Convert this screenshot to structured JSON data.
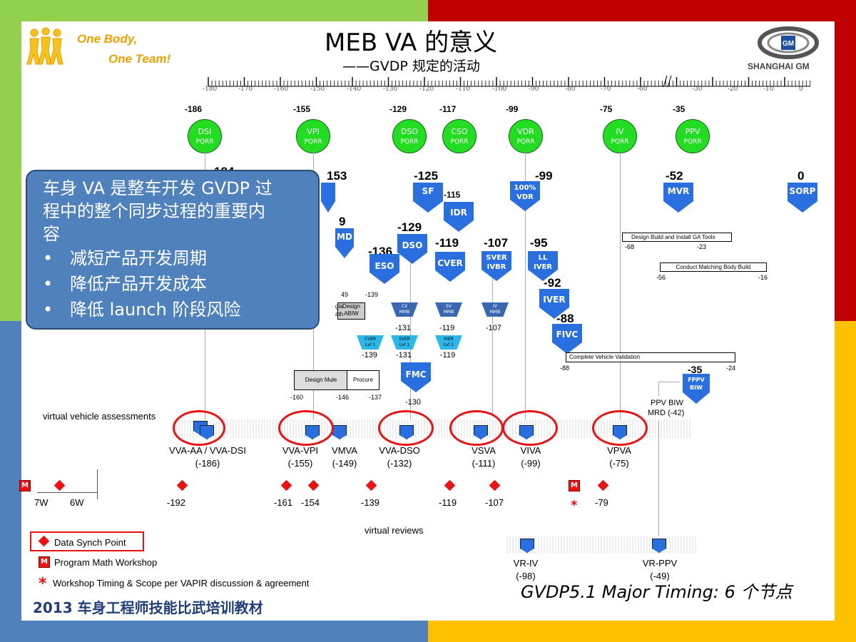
{
  "header": {
    "title": "MEB VA  的意义",
    "subtitle": "——GVDP 规定的活动",
    "logo_text_1": "One Body,",
    "logo_text_2": "One Team!",
    "gm_brand": "SHANGHAI GM",
    "gm_badge": "GM"
  },
  "ruler": [
    "-180",
    "-170",
    "-160",
    "-150",
    "-140",
    "-130",
    "-120",
    "-110",
    "-100",
    "-90",
    "-80",
    "-70",
    "-60",
    "-30",
    "-20",
    "-10",
    "0"
  ],
  "gates": [
    {
      "num": "-186",
      "l1": "DSI",
      "l2": "PQRR"
    },
    {
      "num": "-155",
      "l1": "VPI",
      "l2": "PQRR"
    },
    {
      "num": "-129",
      "l1": "DSO",
      "l2": "PQRR"
    },
    {
      "num": "-117",
      "l1": "CSO",
      "l2": "PQRR"
    },
    {
      "num": "-99",
      "l1": "VDR",
      "l2": "PQRR"
    },
    {
      "num": "-75",
      "l1": "IV",
      "l2": "PQRR"
    },
    {
      "num": "-35",
      "l1": "PPV",
      "l2": "PQRR"
    }
  ],
  "milestones": {
    "sf": {
      "num": "-125",
      "label": "SF"
    },
    "idr": {
      "num": "-115",
      "label": "IDR"
    },
    "vdr": {
      "num": "-99",
      "label1": "100%",
      "label2": "VDR"
    },
    "mvr": {
      "num": "-52",
      "label": "MVR"
    },
    "sorp": {
      "num": "0",
      "label": "SORP"
    },
    "dso": {
      "num": "-129",
      "label": "DSO"
    },
    "eso": {
      "num": "-136",
      "label": "ESO"
    },
    "cver": {
      "num": "-119",
      "label": "CVER"
    },
    "sver": {
      "num": "-107",
      "label1": "SVER",
      "label2": "IVBR"
    },
    "llive": {
      "num": "-95",
      "label1": "LL",
      "label2": "IVER"
    },
    "iver": {
      "num": "-92",
      "label": "IVER"
    },
    "fivc": {
      "num": "-88",
      "label": "FIVC"
    },
    "fmc": {
      "label": "FMC",
      "num": "-130"
    },
    "fppv": {
      "num": "-35",
      "label1": "FPPV",
      "label2": "BIW"
    },
    "partial1": "184",
    "partial2": "153",
    "partial3": "9",
    "partial4": "MD"
  },
  "bars": {
    "ga_tools": {
      "label": "Design Build and Install GA Tools",
      "from": "-68",
      "to": "-23"
    },
    "matching": {
      "label": "Conduct Matching Body Build",
      "from": "-56",
      "to": "-16"
    },
    "validation": {
      "label": "Complete Vehicle Validation",
      "from": "-88",
      "to": "-24"
    },
    "design_mule": {
      "label1": "Design Mule",
      "label2": "Procure",
      "n1": "-160",
      "n2": "-146",
      "n3": "-137"
    },
    "design_math": {
      "label": "Design",
      "sub": "ABIW",
      "n1": "49",
      "n2": "-139",
      "partial": "gla",
      "partial2": "ath"
    }
  },
  "mmb": [
    {
      "l1": "CV",
      "l2": "MMB",
      "num": "-131"
    },
    {
      "l1": "SV",
      "l2": "MMB",
      "num": "-119"
    },
    {
      "l1": "IV",
      "l2": "MMB",
      "num": "-107"
    }
  ],
  "lvl": [
    {
      "l1": "CVER",
      "l2": "Lvl 1",
      "num": "-139"
    },
    {
      "l1": "SVER",
      "l2": "Lvl 1",
      "num": "-131"
    },
    {
      "l1": "IVER",
      "l2": "Lvl 1",
      "num": "-119"
    }
  ],
  "overlay": {
    "line1": "车身 VA 是整车开发 GVDP 过",
    "line2": "程中的整个同步过程的重要内",
    "line3": "容",
    "bullets": [
      "减短产品开发周期",
      "降低产品开发成本",
      "降低 launch 阶段风险"
    ]
  },
  "vva": {
    "title": "virtual vehicle assessments",
    "items": [
      {
        "name": "VVA-AA / VVA-DSI",
        "num": "(-186)"
      },
      {
        "name": "VVA-VPI",
        "num": "(-155)"
      },
      {
        "name": "VMVA",
        "num": "(-149)"
      },
      {
        "name": "VVA-DSO",
        "num": "(-132)"
      },
      {
        "name": "VSVA",
        "num": "(-111)"
      },
      {
        "name": "VIVA",
        "num": "(-99)"
      },
      {
        "name": "VPVA",
        "num": "(-75)"
      }
    ],
    "ppv_biw": "PPV BIW",
    "mrd": "MRD (-42)"
  },
  "synch": {
    "labels": [
      "7W",
      "6W",
      "-192",
      "-161",
      "-154",
      "-139",
      "-119",
      "-107",
      "-79"
    ],
    "m": "M",
    "asterisk": "*"
  },
  "reviews": {
    "title": "virtual reviews",
    "items": [
      {
        "name": "VR-IV",
        "num": "(-98)"
      },
      {
        "name": "VR-PPV",
        "num": "(-49)"
      }
    ]
  },
  "legend": {
    "synch": "Data Synch Point",
    "math": "Program Math Workshop",
    "workshop": "Workshop Timing & Scope per VAPIR discussion & agreement",
    "m": "M",
    "star": "*"
  },
  "footer": {
    "left": "2013 车身工程师技能比武培训教材",
    "right": "GVDP5.1 Major Timing: 6  个节点"
  },
  "colors": {
    "green": "#8dc63f",
    "red": "#c00000",
    "blue": "#4f81bd",
    "yellow": "#ffc000"
  }
}
